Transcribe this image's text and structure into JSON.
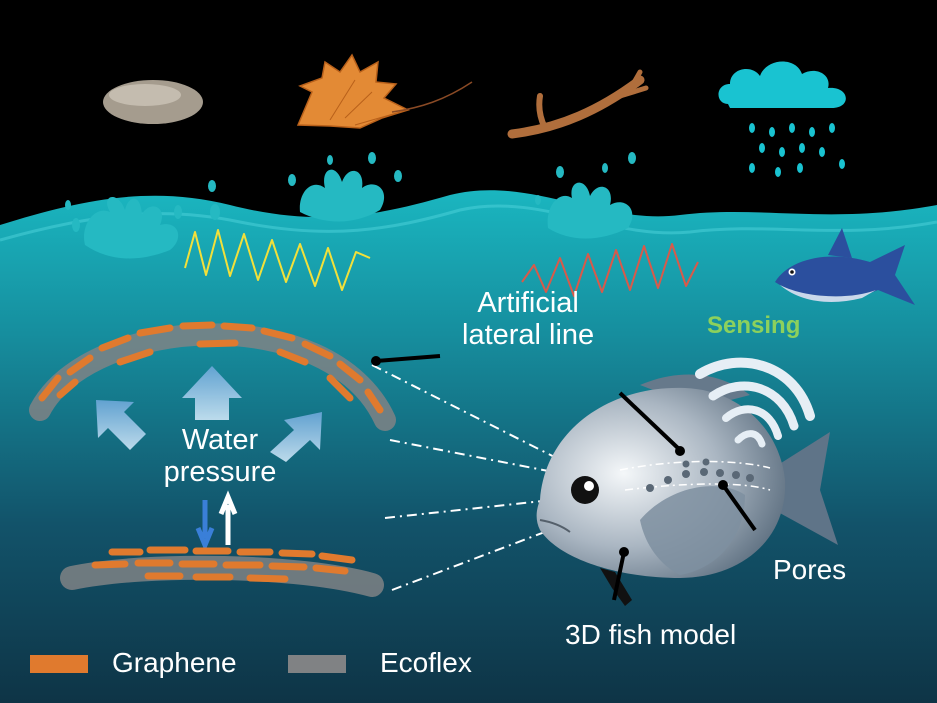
{
  "labels": {
    "artificial_line1": "Artificial",
    "artificial_line2": "lateral line",
    "sensing": "Sensing",
    "water_line1": "Water",
    "water_line2": "pressure",
    "pores": "Pores",
    "fish_model": "3D fish model"
  },
  "legend": {
    "graphene": "Graphene",
    "ecoflex": "Ecoflex"
  },
  "colors": {
    "sky": "#000000",
    "water_top": "#1ab6c0",
    "water_deep": "#0f3b4c",
    "graphene": "#e07a2e",
    "ecoflex": "#808284",
    "sensing_text": "#8cd15c",
    "signal_yellow": "#f2e03a",
    "signal_red": "#d85a4a",
    "cloud": "#19c3d1",
    "splash": "#25b9c2"
  },
  "icons": [
    "rock-icon",
    "leaf-icon",
    "twig-icon",
    "rain-cloud-icon",
    "shark-icon",
    "fish-model-icon",
    "sensing-waves-icon"
  ]
}
